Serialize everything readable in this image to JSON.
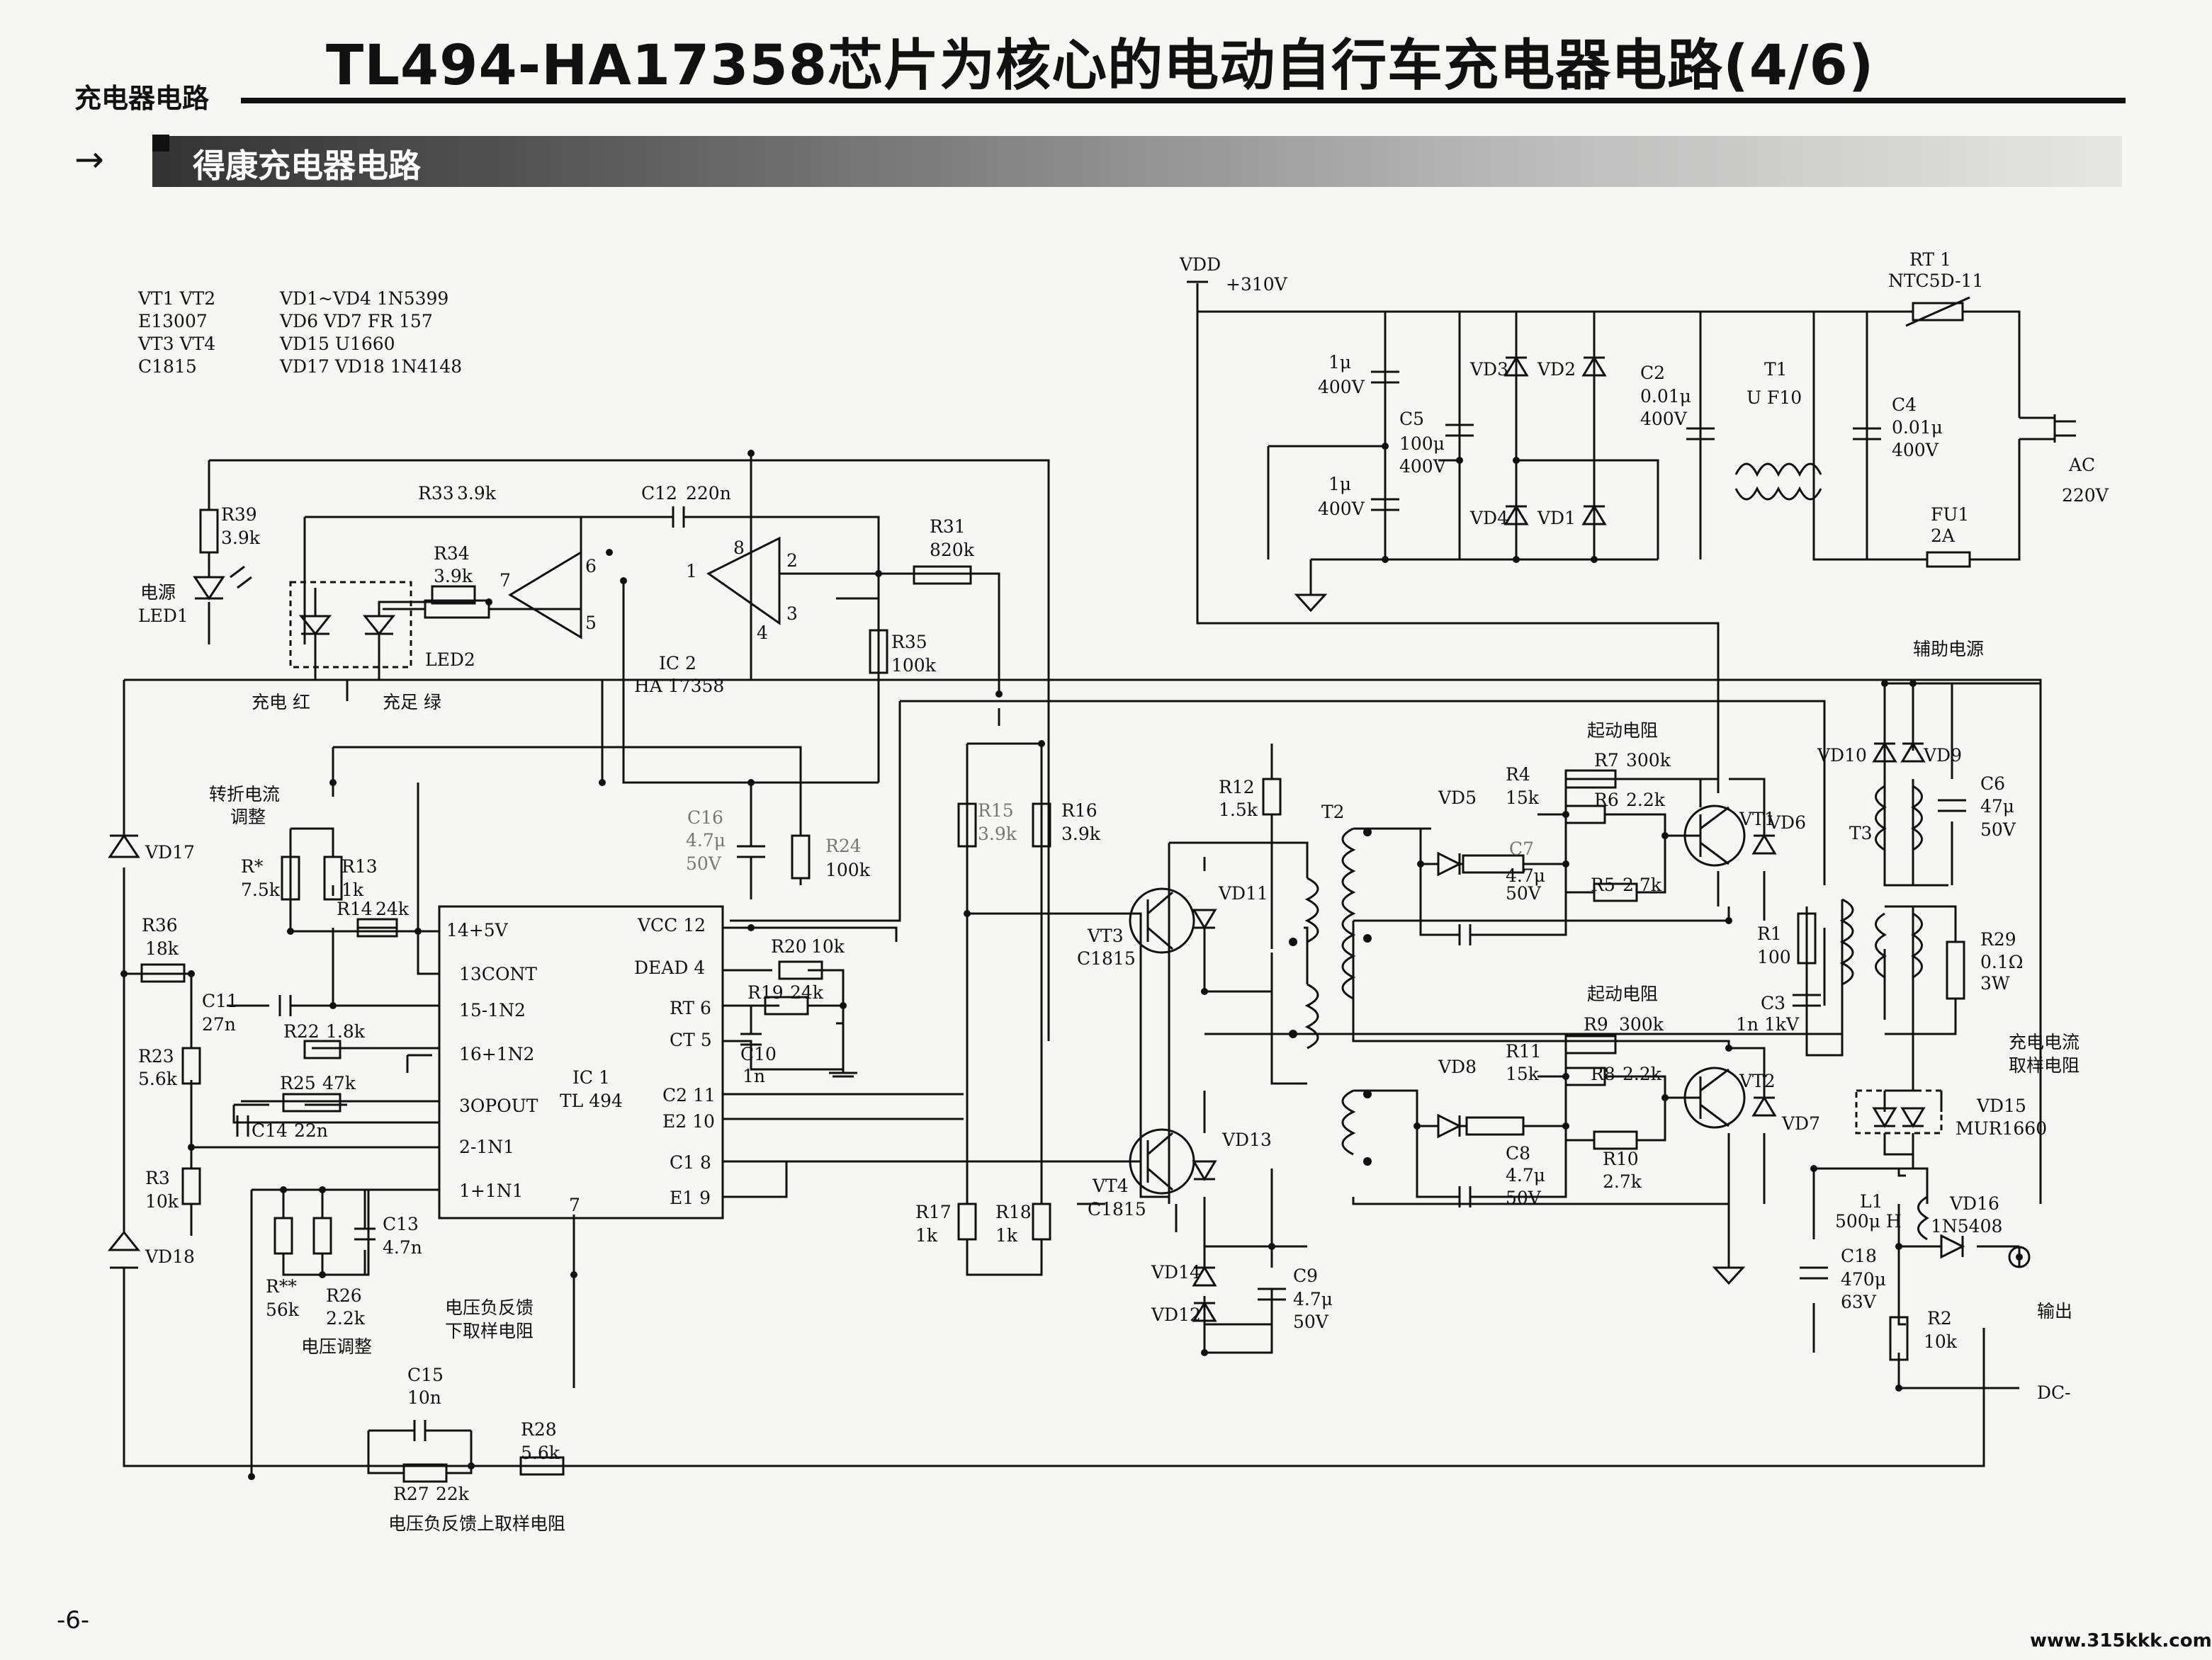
{
  "header": {
    "section": "充电器电路",
    "title": "TL494-HA17358芯片为核心的电动自行车充电器电路(4/6)",
    "subtitle": "得康充电器电路",
    "arrow": "→"
  },
  "footer": {
    "page": "-6-",
    "site": "www.315kkk.com"
  },
  "parts_list": [
    [
      "VT1 VT2",
      "VD1~VD4 1N5399"
    ],
    [
      "E13007",
      "VD6 VD7 FR 157"
    ],
    [
      "VT3 VT4",
      "VD15 U1660"
    ],
    [
      "C1815",
      "VD17 VD18 1N4148"
    ]
  ],
  "labels": {
    "vdd": "VDD",
    "v310": "+310V",
    "rt1": "RT 1",
    "rt1_val": "NTC5D-11",
    "c1a": "1μ",
    "c1a_v": "400V",
    "c1b": "1μ",
    "c1b_v": "400V",
    "c5": "C5",
    "c5_val": "100μ",
    "c5_v": "400V",
    "vd3": "VD3",
    "vd2": "VD2",
    "vd4": "VD4",
    "vd1": "VD1",
    "c2": "C2",
    "c2_val": "0.01μ",
    "c2_v": "400V",
    "t1": "T1",
    "t1_val": "U F10",
    "c4": "C4",
    "c4_val": "0.01μ",
    "c4_v": "400V",
    "ac": "AC",
    "ac_v": "220V",
    "fu1": "FU1",
    "fu1_val": "2A",
    "aux_power": "辅助电源",
    "r39": "R39",
    "r39_val": "3.9k",
    "led1": "电源",
    "led1_name": "LED1",
    "r33": "R33",
    "r33_val": "3.9k",
    "c12": "C12",
    "c12_val": "220n",
    "r34": "R34",
    "r34_val": "3.9k",
    "r31": "R31",
    "r31_val": "820k",
    "led2": "LED2",
    "charge_red": "充电  红",
    "full_green": "充足  绿",
    "ic2": "IC 2",
    "ic2_val": "HA 17358",
    "r35": "R35",
    "r35_val": "100k",
    "pin7": "7",
    "pin6": "6",
    "pin5": "5",
    "pin1": "1",
    "pin8": "8",
    "pin2": "2",
    "pin3": "3",
    "pin4": "4",
    "turn_current": "转折电流",
    "turn_adjust": "调整",
    "rstar": "R*",
    "rstar_val": "7.5k",
    "r13": "R13",
    "r13_val": "1k",
    "r14": "R14",
    "r14_val": "24k",
    "c16": "C16",
    "c16_val": "4.7μ",
    "c16_v": "50V",
    "r24": "R24",
    "r24_val": "100k",
    "r15": "R15",
    "r15_val": "3.9k",
    "r16": "R16",
    "r16_val": "3.9k",
    "vd17": "VD17",
    "vd18": "VD18",
    "r36": "R36",
    "r36_val": "18k",
    "c11": "C11",
    "c11_val": "27n",
    "r22": "R22",
    "r22_val": "1.8k",
    "r25": "R25",
    "r25_val": "47k",
    "c14": "C14",
    "c14_val": "22n",
    "r23": "R23",
    "r23_val": "5.6k",
    "r3": "R3",
    "r3_val": "10k",
    "ic1_p14": "14+5V",
    "ic1_p13": "13CONT",
    "ic1_p15": "15-1N2",
    "ic1_p16": "16+1N2",
    "ic1_p3": "3OPOUT",
    "ic1_p2": "2-1N1",
    "ic1_p1": "1+1N1",
    "ic1_p12": "VCC 12",
    "ic1_p4": "DEAD 4",
    "ic1_p6": "RT 6",
    "ic1_p5": "CT 5",
    "ic1_p11": "C2 11",
    "ic1_p10": "E2 10",
    "ic1_p8": "C1  8",
    "ic1_p9": "E1 9",
    "ic1_p7": "7",
    "ic1": "IC 1",
    "ic1_val": "TL 494",
    "r20": "R20",
    "r20_val": "10k",
    "r19": "R19",
    "r19_val": "24k",
    "c10": "C10",
    "c10_val": "1n",
    "c13": "C13",
    "c13_val": "4.7n",
    "rss": "R**",
    "rss_val": "56k",
    "r26": "R26",
    "r26_val": "2.2k",
    "volt_adjust": "电压调整",
    "fb_low_1": "电压负反馈",
    "fb_low_2": "下取样电阻",
    "c15": "C15",
    "c15_val": "10n",
    "r28": "R28",
    "r28_val": "5.6k",
    "r27": "R27",
    "r27_val": "22k",
    "fb_high": "电压负反馈上取样电阻",
    "r12": "R12",
    "r12_val": "1.5k",
    "vd11": "VD11",
    "vd13": "VD13",
    "vt3": "VT3",
    "vt3_val": "C1815",
    "vt4": "VT4",
    "vt4_val": "C1815",
    "r17": "R17",
    "r17_val": "1k",
    "r18": "R18",
    "r18_val": "1k",
    "vd14": "VD14",
    "vd12": "VD12",
    "c9": "C9",
    "c9_val": "4.7μ",
    "c9_v": "50V",
    "t2": "T2",
    "start_r1": "起动电阻",
    "start_r2": "起动电阻",
    "vd5": "VD5",
    "r4": "R4",
    "r4_val": "15k",
    "r7": "R7",
    "r7_val": "300k",
    "r6": "R6",
    "r6_val": "2.2k",
    "c7": "C7",
    "c7_val": "4.7μ",
    "c7_v": "50V",
    "r5": "R5",
    "r5_val": "2.7k",
    "vt1": "VT1",
    "vd6": "VD6",
    "vd8": "VD8",
    "r11": "R11",
    "r11_val": "15k",
    "r9": "R9",
    "r9_val": "300k",
    "r8": "R8",
    "r8_val": "2.2k",
    "c8": "C8",
    "c8_val": "4.7μ",
    "c8_v": "50V",
    "r10": "R10",
    "r10_val": "2.7k",
    "vt2": "VT2",
    "vd7": "VD7",
    "r1": "R1",
    "r1_val": "100",
    "c3": "C3",
    "c3_val": "1n  1kV",
    "vd10": "VD10",
    "vd9": "VD9",
    "t3": "T3",
    "c6": "C6",
    "c6_val": "47μ",
    "c6_v": "50V",
    "r29": "R29",
    "r29_val": "0.1Ω",
    "r29_w": "3W",
    "sense_1": "充电电流",
    "sense_2": "取样电阻",
    "vd15": "VD15",
    "vd15_val": "MUR1660",
    "l1": "L1",
    "l1_val": "500μ H",
    "vd16": "VD16",
    "vd16_val": "1N5408",
    "c18": "C18",
    "c18_val": "470μ",
    "c18_v": "63V",
    "r2": "R2",
    "r2_val": "10k",
    "output": "输出",
    "dc_minus": "DC-"
  }
}
